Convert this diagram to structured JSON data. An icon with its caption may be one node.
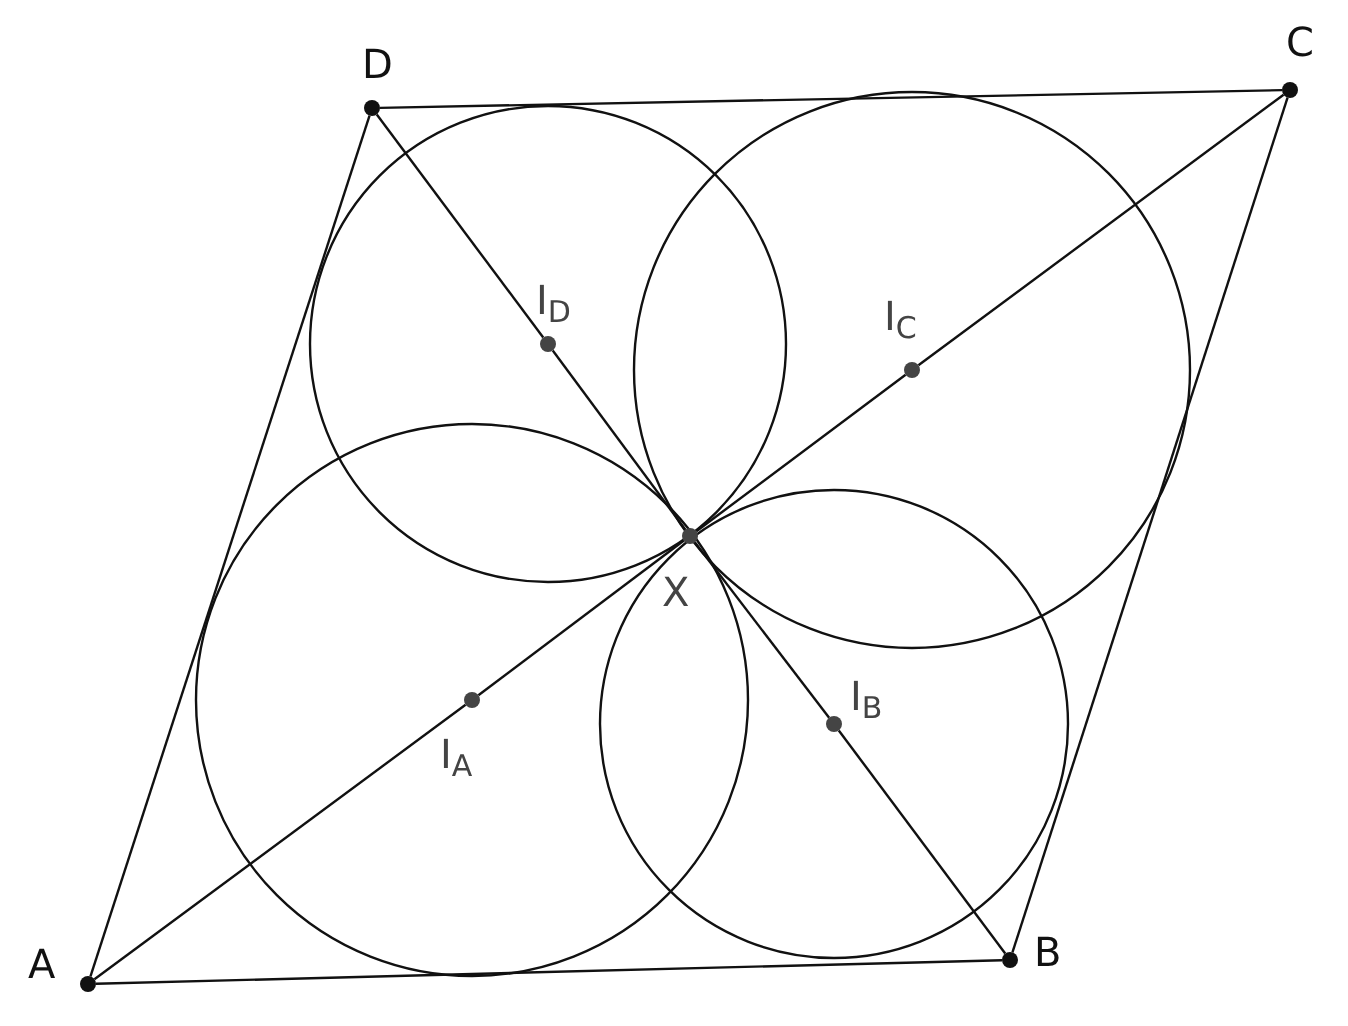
{
  "diagram": {
    "nodes": [
      {
        "text": [],
        "shape": "circle",
        "beside": [
          "A"
        ]
      },
      {
        "text": [],
        "shape": "circle",
        "beside": [
          "B"
        ]
      },
      {
        "text": [],
        "shape": "circle",
        "beside": [
          "C"
        ]
      },
      {
        "text": [],
        "shape": "circle",
        "beside": [
          "D"
        ]
      },
      {
        "text": [],
        "shape": "circle",
        "beside": [
          "X"
        ]
      },
      {
        "text": [],
        "shape": "circle",
        "beside": [
          "I$_{A}$"
        ]
      },
      {
        "text": [],
        "shape": "circle",
        "beside": [
          "I$_{B}$"
        ]
      },
      {
        "text": [],
        "shape": "circle",
        "beside": [
          "I$_{C}$"
        ]
      },
      {
        "text": [],
        "shape": "circle",
        "beside": [
          "I$_{D}$"
        ]
      }
    ],
    "edges": [
      {
        "from": 0,
        "to": 1,
        "arrow": "none"
      },
      {
        "from": 1,
        "to": 2,
        "arrow": "none"
      },
      {
        "from": 2,
        "to": 3,
        "arrow": "none"
      },
      {
        "from": 3,
        "to": 0,
        "arrow": "none"
      },
      {
        "from": 0,
        "to": 5,
        "arrow": "none"
      },
      {
        "from": 5,
        "to": 4,
        "arrow": "none"
      },
      {
        "from": 4,
        "to": 7,
        "arrow": "none"
      },
      {
        "from": 7,
        "to": 2,
        "arrow": "none"
      },
      {
        "from": 3,
        "to": 8,
        "arrow": "none"
      },
      {
        "from": 8,
        "to": 4,
        "arrow": "none"
      },
      {
        "from": 4,
        "to": 6,
        "arrow": "none"
      },
      {
        "from": 6,
        "to": 1,
        "arrow": "none"
      }
    ]
  }
}
